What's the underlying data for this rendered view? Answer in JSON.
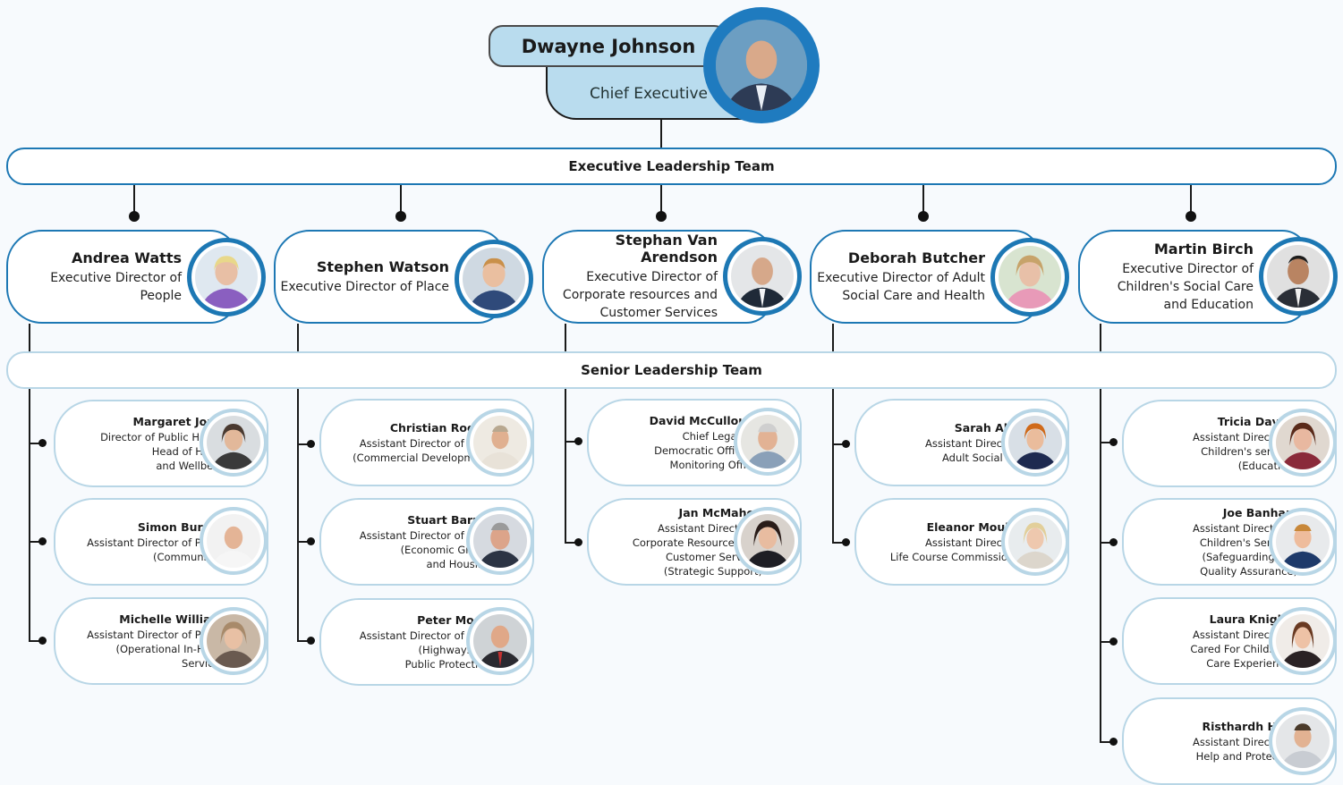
{
  "ceo": {
    "name": "Dwayne Johnson",
    "role": "Chief Executive"
  },
  "executive_team_label": "Executive Leadership Team",
  "senior_team_label": "Senior Leadership Team",
  "executives": [
    {
      "name": "Andrea Watts",
      "role_lines": [
        "Executive Director of People"
      ]
    },
    {
      "name": "Stephen Watson",
      "role_lines": [
        "Executive Director of Place"
      ]
    },
    {
      "name": "Stephan Van Arendson",
      "role_lines": [
        "Executive Director of",
        "Corporate resources and",
        "Customer Services"
      ]
    },
    {
      "name": "Deborah Butcher",
      "role_lines": [
        "Executive Director of Adult",
        "Social Care and Health"
      ]
    },
    {
      "name": "Martin Birch",
      "role_lines": [
        "Executive Director of",
        "Children's Social Care",
        "and Education"
      ]
    }
  ],
  "senior": [
    [
      {
        "name": "Margaret Jones",
        "role_lines": [
          "Director of Public Health/",
          "Head of Health",
          "and Wellbeing"
        ]
      },
      {
        "name": "Simon Burnett",
        "role_lines": [
          "Assistant Director of People",
          "(Communities)"
        ]
      },
      {
        "name": "Michelle Williams",
        "role_lines": [
          "Assistant Director of People",
          "(Operational In-House",
          "Services)"
        ]
      }
    ],
    [
      {
        "name": "Christian Rogers",
        "role_lines": [
          "Assistant Director of Place",
          "(Commercial Development)"
        ]
      },
      {
        "name": "Stuart Barnes",
        "role_lines": [
          "Assistant Director of Place",
          "(Economic Growth",
          "and Housing)"
        ]
      },
      {
        "name": "Peter Moore",
        "role_lines": [
          "Assistant Director of Place",
          "(Highways and",
          "Public Protection)"
        ]
      }
    ],
    [
      {
        "name": "David McCullough",
        "role_lines": [
          "Chief Legal and",
          "Democratic Officer &",
          "Monitoring Officer"
        ]
      },
      {
        "name": "Jan McMahon",
        "role_lines": [
          "Assistant Director of",
          "Corporate Resources and",
          "Customer Services",
          "(Strategic Support)"
        ]
      }
    ],
    [
      {
        "name": "Sarah Alldis",
        "role_lines": [
          "Assistant Director of",
          "Adult Social Care"
        ]
      },
      {
        "name": "Eleanor Moulton",
        "role_lines": [
          "Assistant Director of",
          "Life Course Commissioning"
        ]
      }
    ],
    [
      {
        "name": "Tricia Davies",
        "role_lines": [
          "Assistant Director of",
          "Children's services",
          "(Education)"
        ]
      },
      {
        "name": "Joe Banham",
        "role_lines": [
          "Assistant Director of",
          "Children's Services",
          "(Safeguarding and",
          "Quality Assurance)"
        ]
      },
      {
        "name": "Laura Knights",
        "role_lines": [
          "Assistant Director of",
          "Cared For Children &",
          "Care Experienced"
        ]
      },
      {
        "name": "Risthardh Hare",
        "role_lines": [
          "Assistant Director of",
          "Help and Protection"
        ]
      }
    ]
  ],
  "colors": {
    "primary_blue": "#1d78b4",
    "light_blue": "#b9dcee",
    "pale_border": "#b8d6e6"
  }
}
